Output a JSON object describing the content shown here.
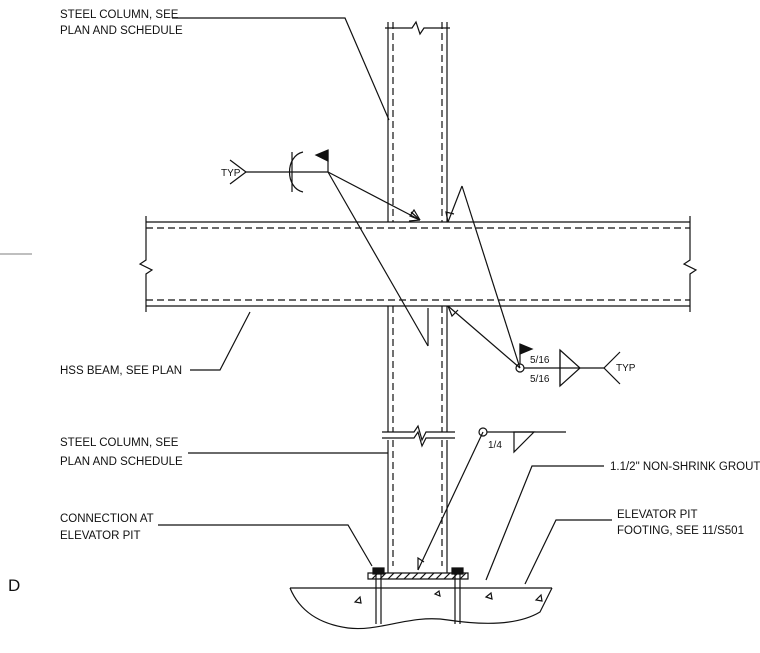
{
  "notes": {
    "column_top_l1": "STEEL COLUMN, SEE",
    "column_top_l2": "PLAN AND SCHEDULE",
    "beam": "HSS BEAM, SEE PLAN",
    "column_bottom_l1": "STEEL COLUMN, SEE",
    "column_bottom_l2": "PLAN AND SCHEDULE",
    "connection_l1": "CONNECTION AT",
    "connection_l2": "ELEVATOR PIT",
    "grout": "1.1/2\" NON-SHRINK GROUT",
    "footing_l1": "ELEVATOR PIT",
    "footing_l2": "FOOTING, SEE 11/S501"
  },
  "welds": {
    "top_tail": "TYP",
    "right_tail": "TYP",
    "right_size_top": "5/16",
    "right_size_bottom": "5/16",
    "base_size": "1/4"
  },
  "sheet": {
    "section_mark": "D"
  }
}
